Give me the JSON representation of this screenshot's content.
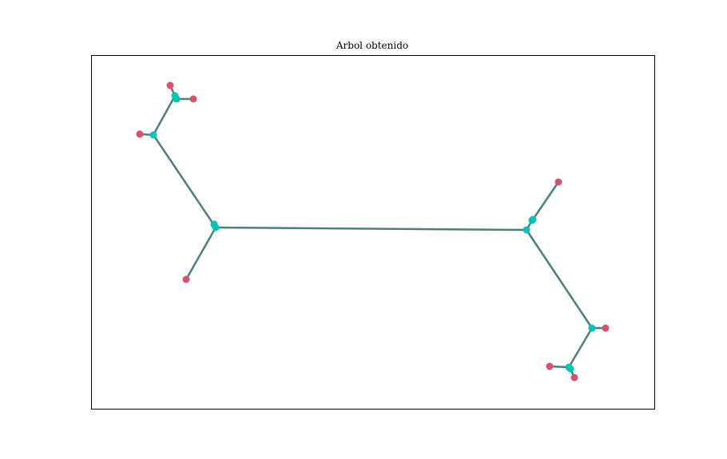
{
  "figure": {
    "title": "Arbol obtenido"
  },
  "colors": {
    "edge": "#4a7f7b",
    "internal_node": "#00c4b4",
    "leaf_node": "#d4526e",
    "frame": "#000000",
    "background": "#ffffff"
  },
  "tree": {
    "nodes": [
      {
        "id": "n1",
        "kind": "internal"
      },
      {
        "id": "n2",
        "kind": "internal"
      },
      {
        "id": "n3",
        "kind": "internal"
      },
      {
        "id": "n4",
        "kind": "internal"
      },
      {
        "id": "n5",
        "kind": "internal"
      },
      {
        "id": "n6",
        "kind": "internal"
      },
      {
        "id": "n7",
        "kind": "internal"
      },
      {
        "id": "n8",
        "kind": "internal"
      },
      {
        "id": "n9",
        "kind": "internal"
      },
      {
        "id": "n10",
        "kind": "internal"
      },
      {
        "id": "n11",
        "kind": "internal"
      },
      {
        "id": "l1",
        "kind": "leaf"
      },
      {
        "id": "l2",
        "kind": "leaf"
      },
      {
        "id": "l3",
        "kind": "leaf"
      },
      {
        "id": "l4",
        "kind": "leaf"
      },
      {
        "id": "l5",
        "kind": "leaf"
      },
      {
        "id": "l6",
        "kind": "leaf"
      },
      {
        "id": "l7",
        "kind": "leaf"
      },
      {
        "id": "l8",
        "kind": "leaf"
      },
      {
        "id": "l9",
        "kind": "leaf"
      },
      {
        "id": "l10",
        "kind": "leaf"
      }
    ],
    "edges": [
      [
        "n1",
        "n2"
      ],
      [
        "n1",
        "n3"
      ],
      [
        "n1",
        "l1"
      ],
      [
        "n3",
        "n4"
      ],
      [
        "n3",
        "l2"
      ],
      [
        "n4",
        "n5"
      ],
      [
        "n4",
        "l3"
      ],
      [
        "n5",
        "l4"
      ],
      [
        "n2",
        "n6"
      ],
      [
        "n2",
        "n7"
      ],
      [
        "n6",
        "n8"
      ],
      [
        "n8",
        "l5"
      ],
      [
        "n7",
        "n9"
      ],
      [
        "n7",
        "l6"
      ],
      [
        "n9",
        "n10"
      ],
      [
        "n9",
        "l7"
      ],
      [
        "n10",
        "l8"
      ]
    ]
  }
}
